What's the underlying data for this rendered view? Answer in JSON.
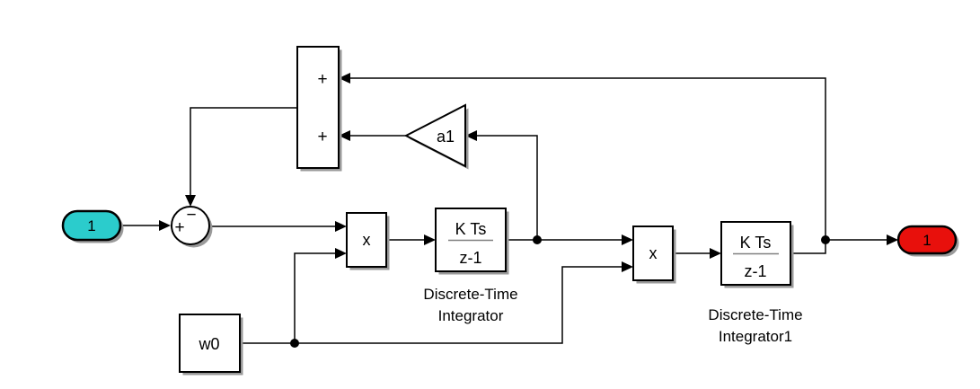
{
  "diagram": {
    "type": "simulink-block-diagram",
    "colors": {
      "background": "#ffffff",
      "inport_fill": "#2bcccc",
      "outport_fill": "#e8100c",
      "block_fill": "#ffffff",
      "line": "#000000"
    },
    "blocks": {
      "inport": {
        "label": "1",
        "kind": "Inport"
      },
      "sum_circle": {
        "sign_left": "+",
        "sign_top": "−",
        "kind": "Sum"
      },
      "sum_rect": {
        "sign_top": "+",
        "sign_bottom": "+",
        "kind": "Add"
      },
      "gain": {
        "label": "a1",
        "kind": "Gain"
      },
      "product1": {
        "label": "x",
        "kind": "Product"
      },
      "integrator1": {
        "numerator": "K Ts",
        "denominator": "z-1",
        "name_line1": "Discrete-Time",
        "name_line2": "Integrator",
        "kind": "Discrete-Time Integrator"
      },
      "product2": {
        "label": "x",
        "kind": "Product"
      },
      "integrator2": {
        "numerator": "K Ts",
        "denominator": "z-1",
        "name_line1": "Discrete-Time",
        "name_line2": "Integrator1",
        "kind": "Discrete-Time Integrator"
      },
      "w0": {
        "label": "w0",
        "kind": "Constant"
      },
      "outport": {
        "label": "1",
        "kind": "Outport"
      }
    }
  }
}
